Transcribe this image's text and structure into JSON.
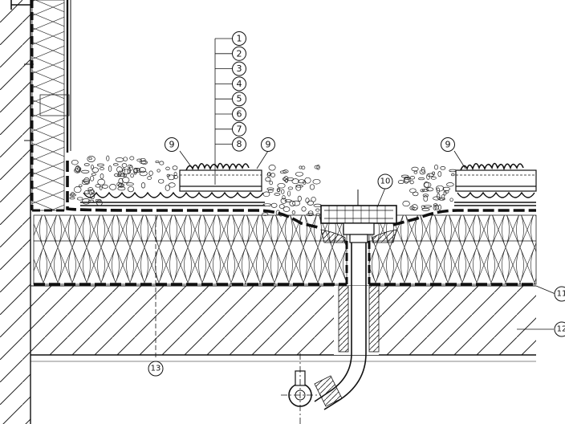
{
  "layer_callouts": [
    "1",
    "2",
    "3",
    "4",
    "5",
    "6",
    "7",
    "8"
  ],
  "callouts": {
    "gravel_left": "9",
    "gravel_mid": "9",
    "gravel_right": "9",
    "drain": "10",
    "membrane": "11",
    "slab": "12",
    "bottom": "13"
  }
}
